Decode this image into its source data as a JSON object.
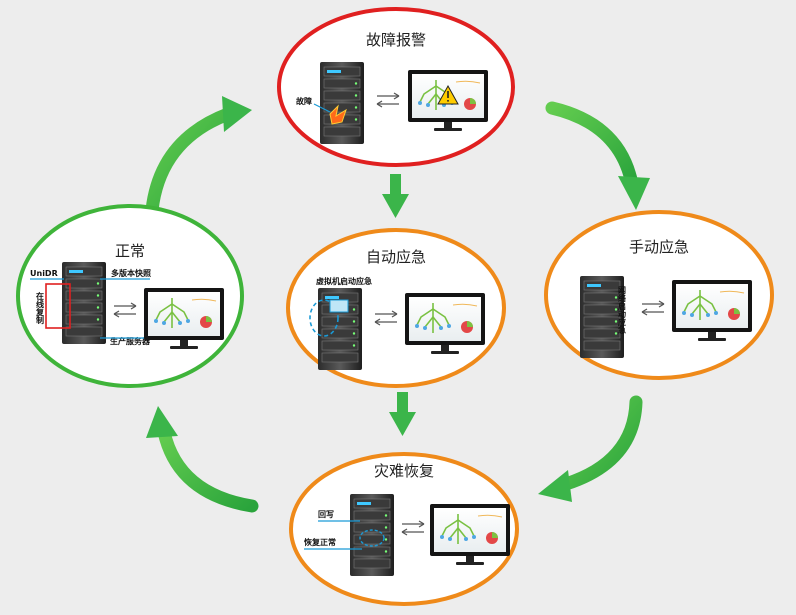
{
  "states": {
    "fault": {
      "title": "故障报警",
      "server_label": "故障"
    },
    "auto": {
      "title": "自动应急",
      "label": "虚拟机启动应急"
    },
    "manual": {
      "title": "手动应急",
      "label": "网络启动应急"
    },
    "normal": {
      "title": "正常",
      "label_unidr": "UniDR",
      "label_snapshot": "多版本快照",
      "label_sync": "在线复制",
      "label_prod": "生产服务器"
    },
    "recovery": {
      "title": "灾难恢复",
      "label_writeback": "回写",
      "label_restored": "恢复正常"
    }
  },
  "colors": {
    "fault_ring": "#e02020",
    "emergency_ring": "#ef8a1a",
    "normal_ring": "#3fb43a",
    "arrow": "#3bb54a",
    "link": "#1a9ad6"
  },
  "icons": [
    "server-rack-icon",
    "monitor-icon",
    "exchange-arrows-icon",
    "warning-icon",
    "flow-arrow-icon"
  ]
}
